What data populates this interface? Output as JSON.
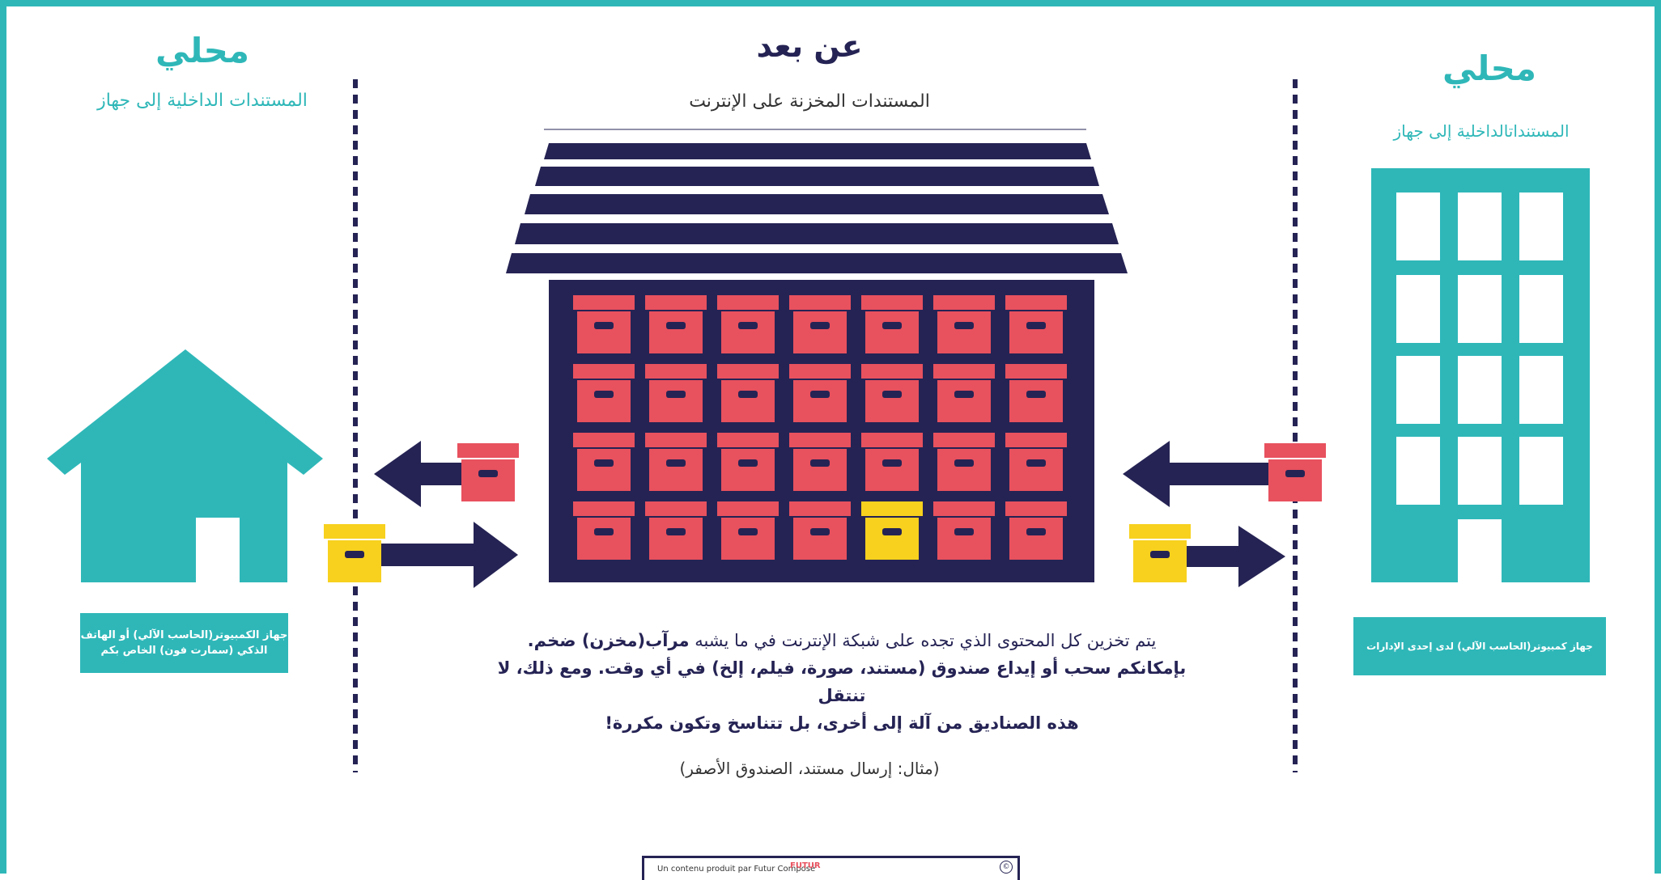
{
  "left": {
    "heading": "محلي",
    "subheading": "المستندات الداخلية إلى جهاز",
    "caption_line1": "جهاز الكمبيوتر(الحاسب الآلي) أو الهاتف",
    "caption_line2": "الذكي (سمارت فون) الخاص بكم"
  },
  "center": {
    "heading": "عن بعد",
    "subheading": "المستندات المخزنة على الإنترنت",
    "desc_line1_a": "يتم تخزين كل المحتوى الذي تجده على شبكة الإنترنت في ما يشبه ",
    "desc_line1_b": "مرآب(مخزن) ضخم.",
    "desc_line2": "بإمكانكم سحب أو إيداع صندوق (مستند، صورة، فيلم، إلخ) في أي وقت. ومع ذلك، لا تنتقل",
    "desc_line3": "هذه الصناديق من آلة إلى أخرى، بل تتناسخ وتكون مكررة!",
    "example": "(مثال: إرسال مستند، الصندوق الأصفر)"
  },
  "right": {
    "heading": "محلي",
    "subheading": "المستنداتالداخلية إلى جهاز",
    "caption": "جهاز كمبيوتر(الحاسب الآلي) لدى إحدى الإدارات"
  },
  "footer": {
    "text": "Un contenu produit par Futur Composé",
    "logo": "FUTUR",
    "icon": "copyright-icon"
  },
  "colors": {
    "teal": "#2fb7b8",
    "navy": "#252354",
    "red": "#e8515e",
    "yellow": "#f7d11e"
  }
}
